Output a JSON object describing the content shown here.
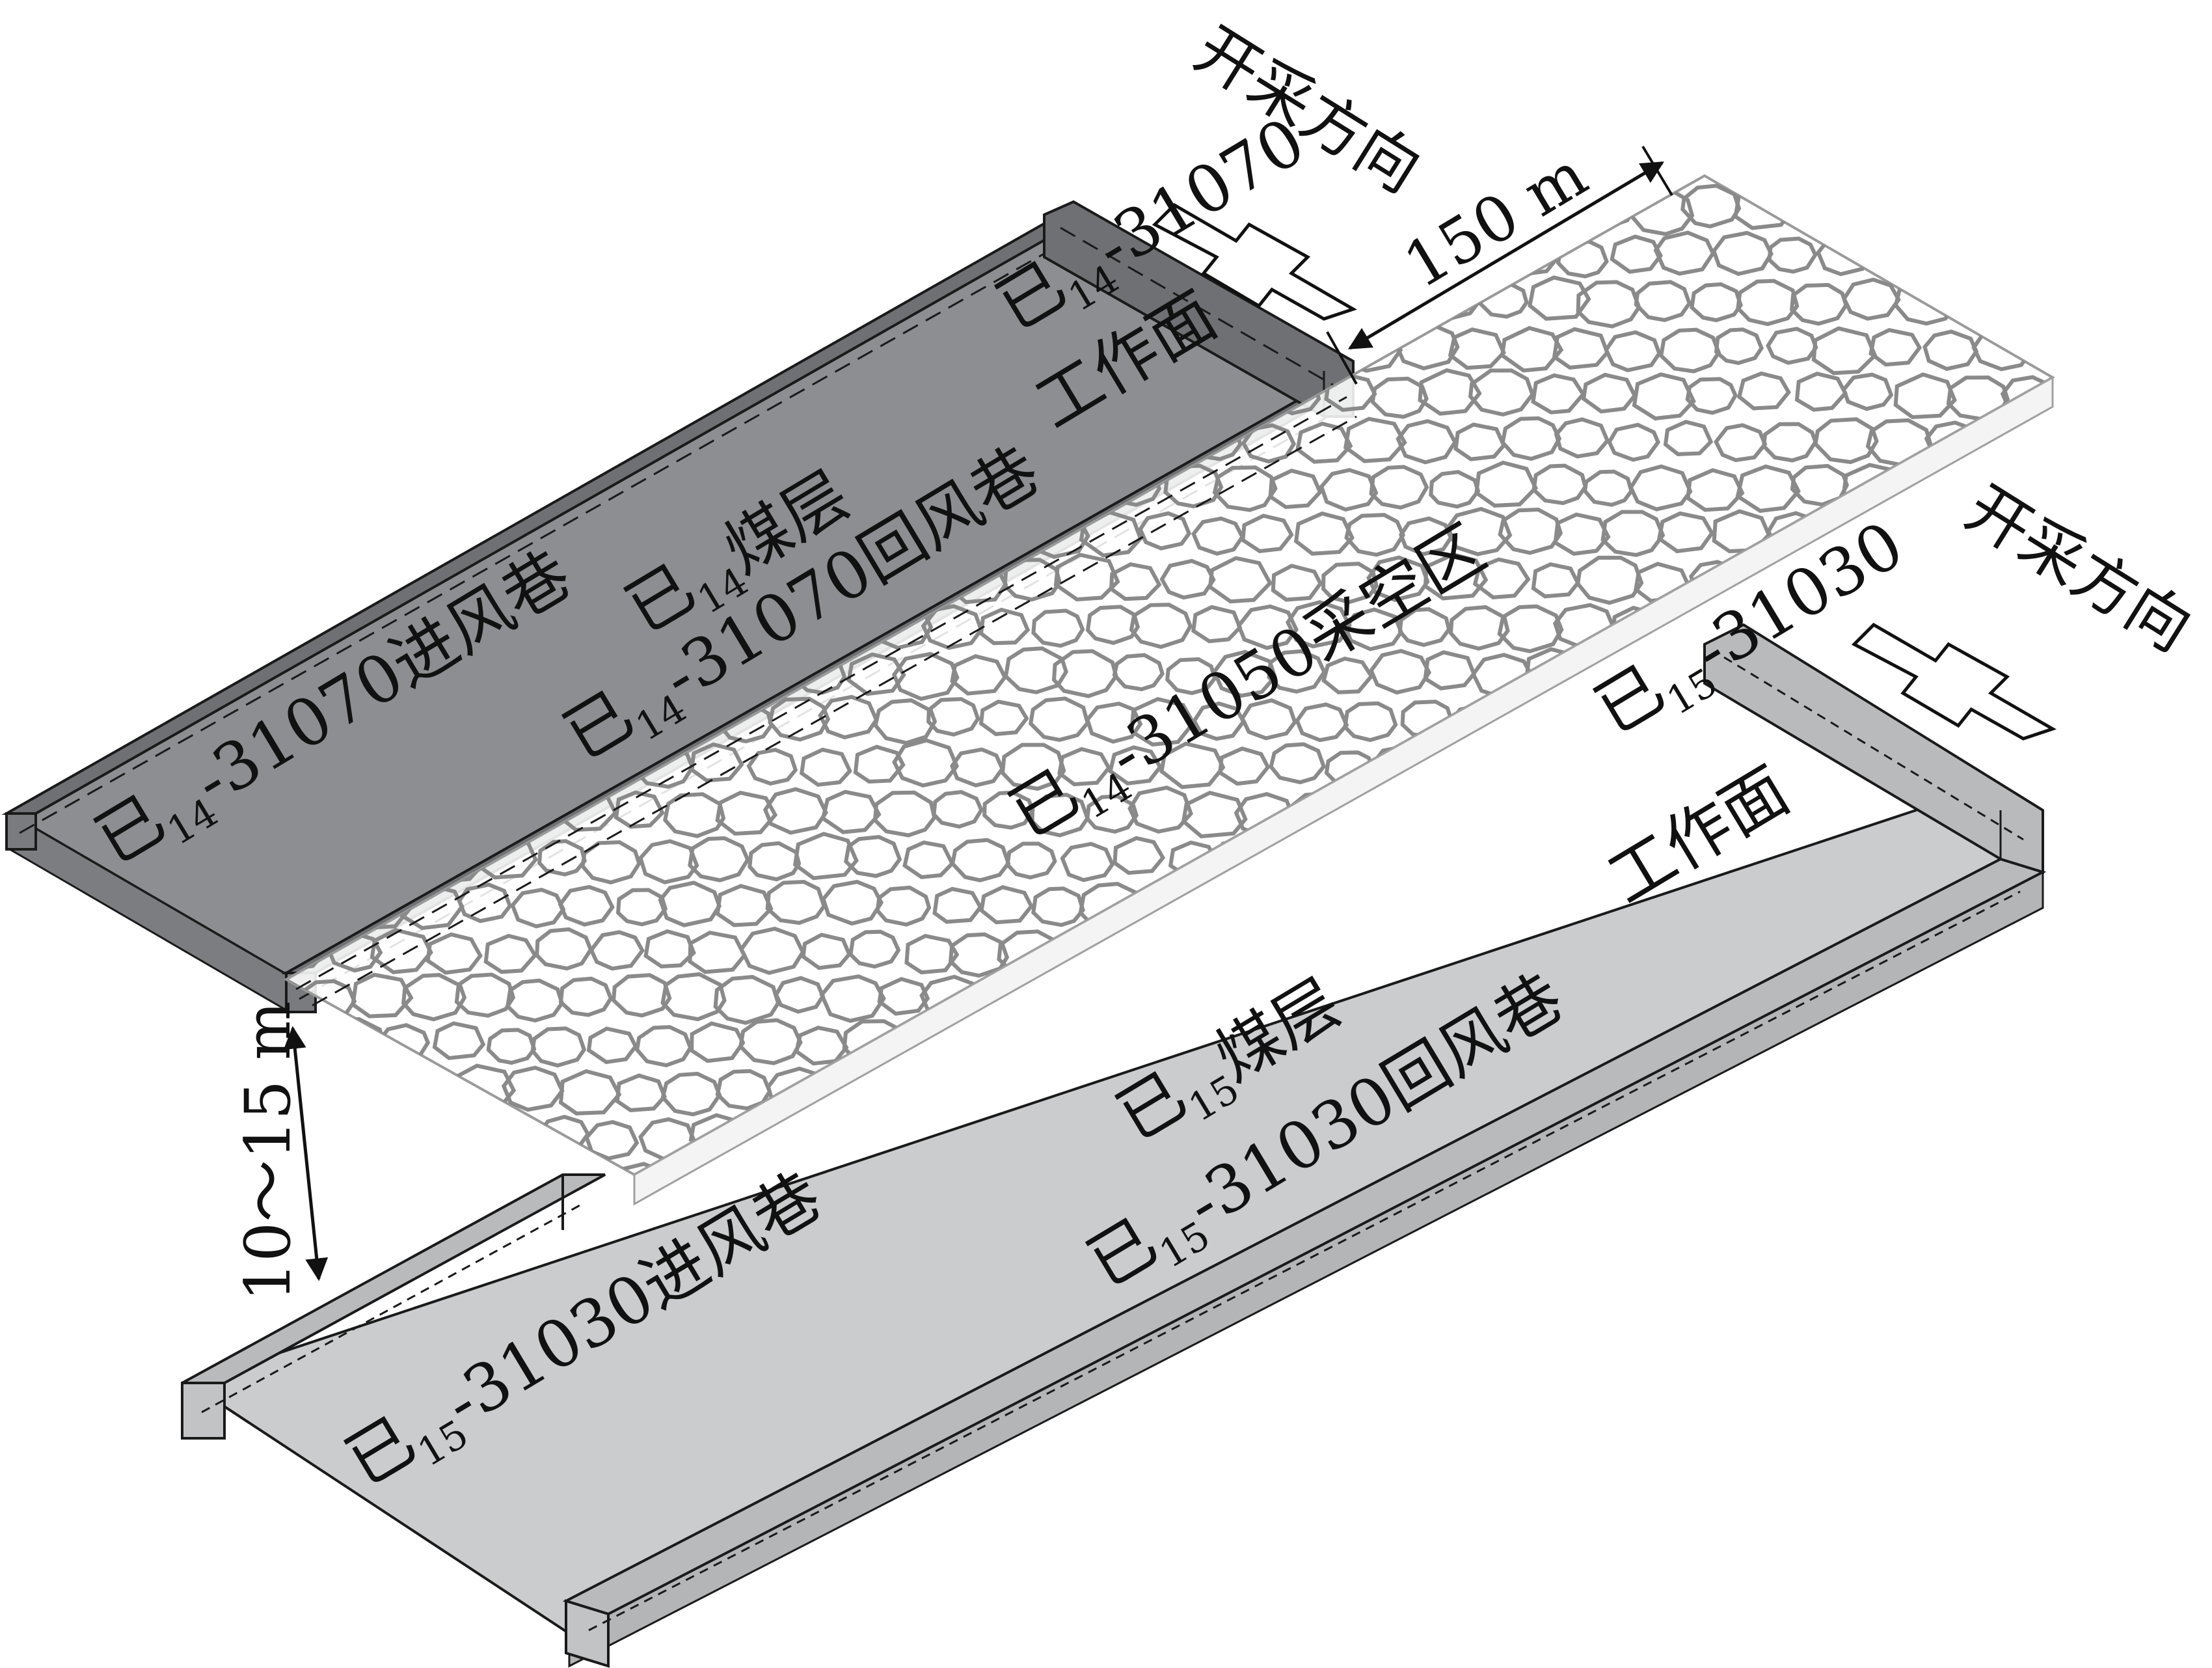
{
  "upper_seam": {
    "face": {
      "prefix": "已",
      "sub": "14",
      "code": "-31070",
      "suffix": "工作面"
    },
    "seam": {
      "prefix": "已",
      "sub": "14",
      "text": "煤层"
    },
    "return_airway": {
      "prefix": "已",
      "sub": "14",
      "code": "-31070回风巷"
    },
    "intake_airway": {
      "prefix": "已",
      "sub": "14",
      "code": "-31070进风巷"
    },
    "goaf": {
      "prefix": "已",
      "sub": "14",
      "code": "-31050采空区"
    },
    "mining_direction": "开采方向",
    "face_length": "150 m"
  },
  "lower_seam": {
    "face": {
      "prefix": "已",
      "sub": "15",
      "code": "-31030",
      "suffix": "工作面"
    },
    "seam": {
      "prefix": "已",
      "sub": "15",
      "text": "煤层"
    },
    "return_airway": {
      "prefix": "已",
      "sub": "15",
      "code": "-31030回风巷"
    },
    "intake_airway": {
      "prefix": "已",
      "sub": "15",
      "code": "-31030进风巷"
    },
    "mining_direction": "开采方向"
  },
  "interval": "10～15 m",
  "colors": {
    "upper_panel": "#8d8e92",
    "lower_panel": "#cbcccd",
    "airway_upper": "#6f7074",
    "airway_lower": "#b9babc",
    "outline": "#1a1a1a",
    "goaf_cells": "#8a8a8a"
  }
}
